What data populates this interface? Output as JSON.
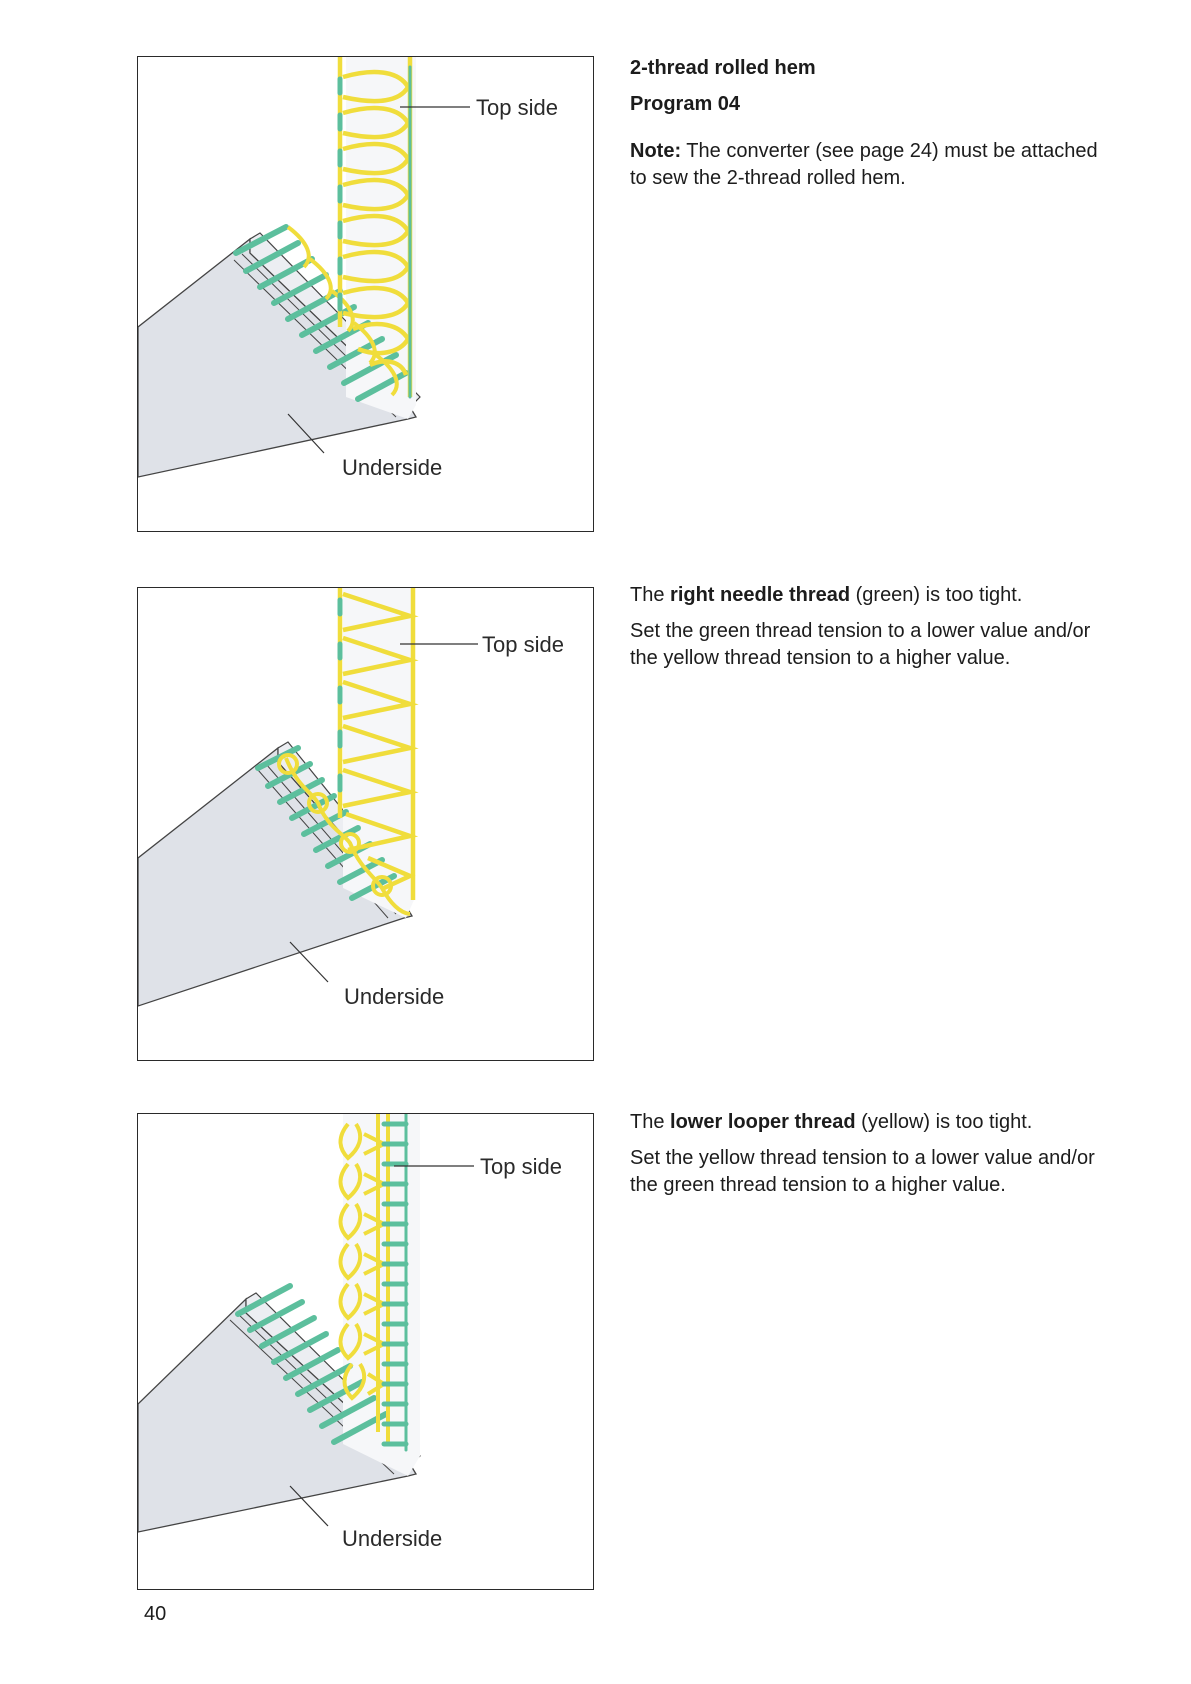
{
  "page_number": "40",
  "colors": {
    "green_thread": "#5cbf9d",
    "yellow_thread": "#f0dd3c",
    "fabric": "#dfe2e8"
  },
  "section_1": {
    "heading": "2-thread rolled hem",
    "program": "Program 04",
    "note_label": "Note:",
    "note_text": " The converter (see page 24) must be attached to sew the 2-thread rolled hem."
  },
  "section_2": {
    "intro_before": "The ",
    "intro_bold": "right needle thread",
    "intro_after": " (green) is too tight.",
    "body": "Set the green thread tension to a lower value and/or the yellow thread tension to a higher value."
  },
  "section_3": {
    "intro_before": "The ",
    "intro_bold": "lower looper thread",
    "intro_after": " (yellow) is too tight.",
    "body": "Set the yellow thread tension to a lower value and/or the green thread tension to a higher value."
  },
  "figures": [
    {
      "top_label": "Top side",
      "bottom_label": "Underside"
    },
    {
      "top_label": "Top side",
      "bottom_label": "Underside"
    },
    {
      "top_label": "Top side",
      "bottom_label": "Underside"
    }
  ]
}
